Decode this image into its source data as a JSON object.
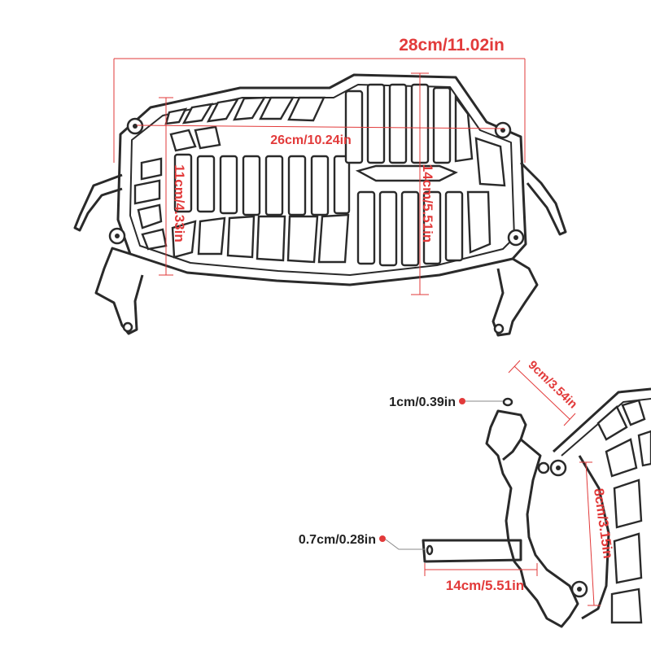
{
  "colors": {
    "dimension": "#e23a3a",
    "callout_text": "#222222",
    "line_art": "#2a2a2a"
  },
  "dimensions": {
    "overall_width": "28cm/11.02in",
    "grille_width": "26cm/10.24in",
    "left_height": "11cm/4.33in",
    "center_height": "14cm/5.51in",
    "bracket_diagonal": "9cm/3.54in",
    "bracket_height": "8cm/3.15in",
    "bracket_depth": "14cm/5.51in"
  },
  "callouts": {
    "upper_hole": "1cm/0.39in",
    "lower_hole": "0.7cm/0.28in"
  }
}
